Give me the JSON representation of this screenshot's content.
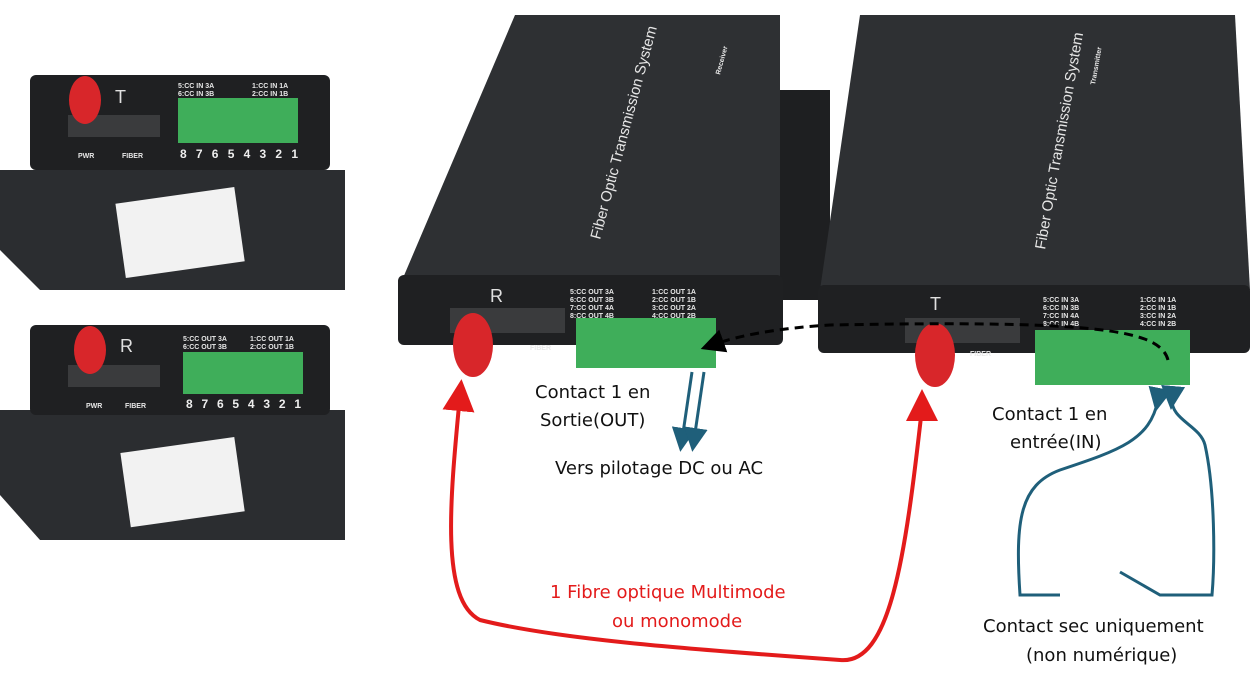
{
  "devices": {
    "small_transmitter": {
      "letter": "T",
      "pwr": "PWR",
      "fiber": "FIBER",
      "labels_left": [
        "5:CC IN 3A",
        "6:CC IN 3B"
      ],
      "labels_right": [
        "1:CC IN 1A",
        "2:CC IN 1B"
      ],
      "pins": "8 7 6 5 4 3 2 1"
    },
    "small_receiver": {
      "letter": "R",
      "pwr": "PWR",
      "fiber": "FIBER",
      "labels_left": [
        "5:CC OUT 3A",
        "6:CC OUT 3B"
      ],
      "labels_right": [
        "1:CC OUT 1A",
        "2:CC OUT 1B"
      ],
      "pins": "8 7 6 5 4 3 2 1"
    },
    "receiver": {
      "title": "Fiber Optic Transmission System",
      "tag": "Receiver",
      "letter": "R",
      "fiber": "FIBER",
      "labels_left": [
        "5:CC OUT 3A",
        "6:CC OUT 3B",
        "7:CC OUT 4A",
        "8:CC OUT 4B"
      ],
      "labels_right": [
        "1:CC OUT 1A",
        "2:CC OUT 1B",
        "3:CC OUT 2A",
        "4:CC OUT 2B"
      ]
    },
    "transmitter": {
      "title": "Fiber Optic Transmission System",
      "tag": "Transmitter",
      "letter": "T",
      "fiber": "FIBER",
      "labels_left": [
        "5:CC IN 3A",
        "6:CC IN 3B",
        "7:CC IN 4A",
        "8:CC IN 4B"
      ],
      "labels_right": [
        "1:CC IN 1A",
        "2:CC IN 1B",
        "3:CC IN 2A",
        "4:CC IN 2B"
      ]
    }
  },
  "annotations": {
    "output_contact": [
      "Contact 1 en",
      "Sortie(OUT)"
    ],
    "drive": "Vers pilotage DC ou AC",
    "input_contact": [
      "Contact 1 en",
      "entrée(IN)"
    ],
    "fiber": [
      "1 Fibre optique Multimode",
      "ou monomode"
    ],
    "dry_contact": [
      "Contact sec uniquement",
      "(non numérique)"
    ]
  },
  "colors": {
    "fiber_line": "#e31b1b",
    "wire": "#1f5f7a",
    "terminal": "#3fae5a",
    "connector": "#d8262a",
    "body": "#2b2d30"
  }
}
